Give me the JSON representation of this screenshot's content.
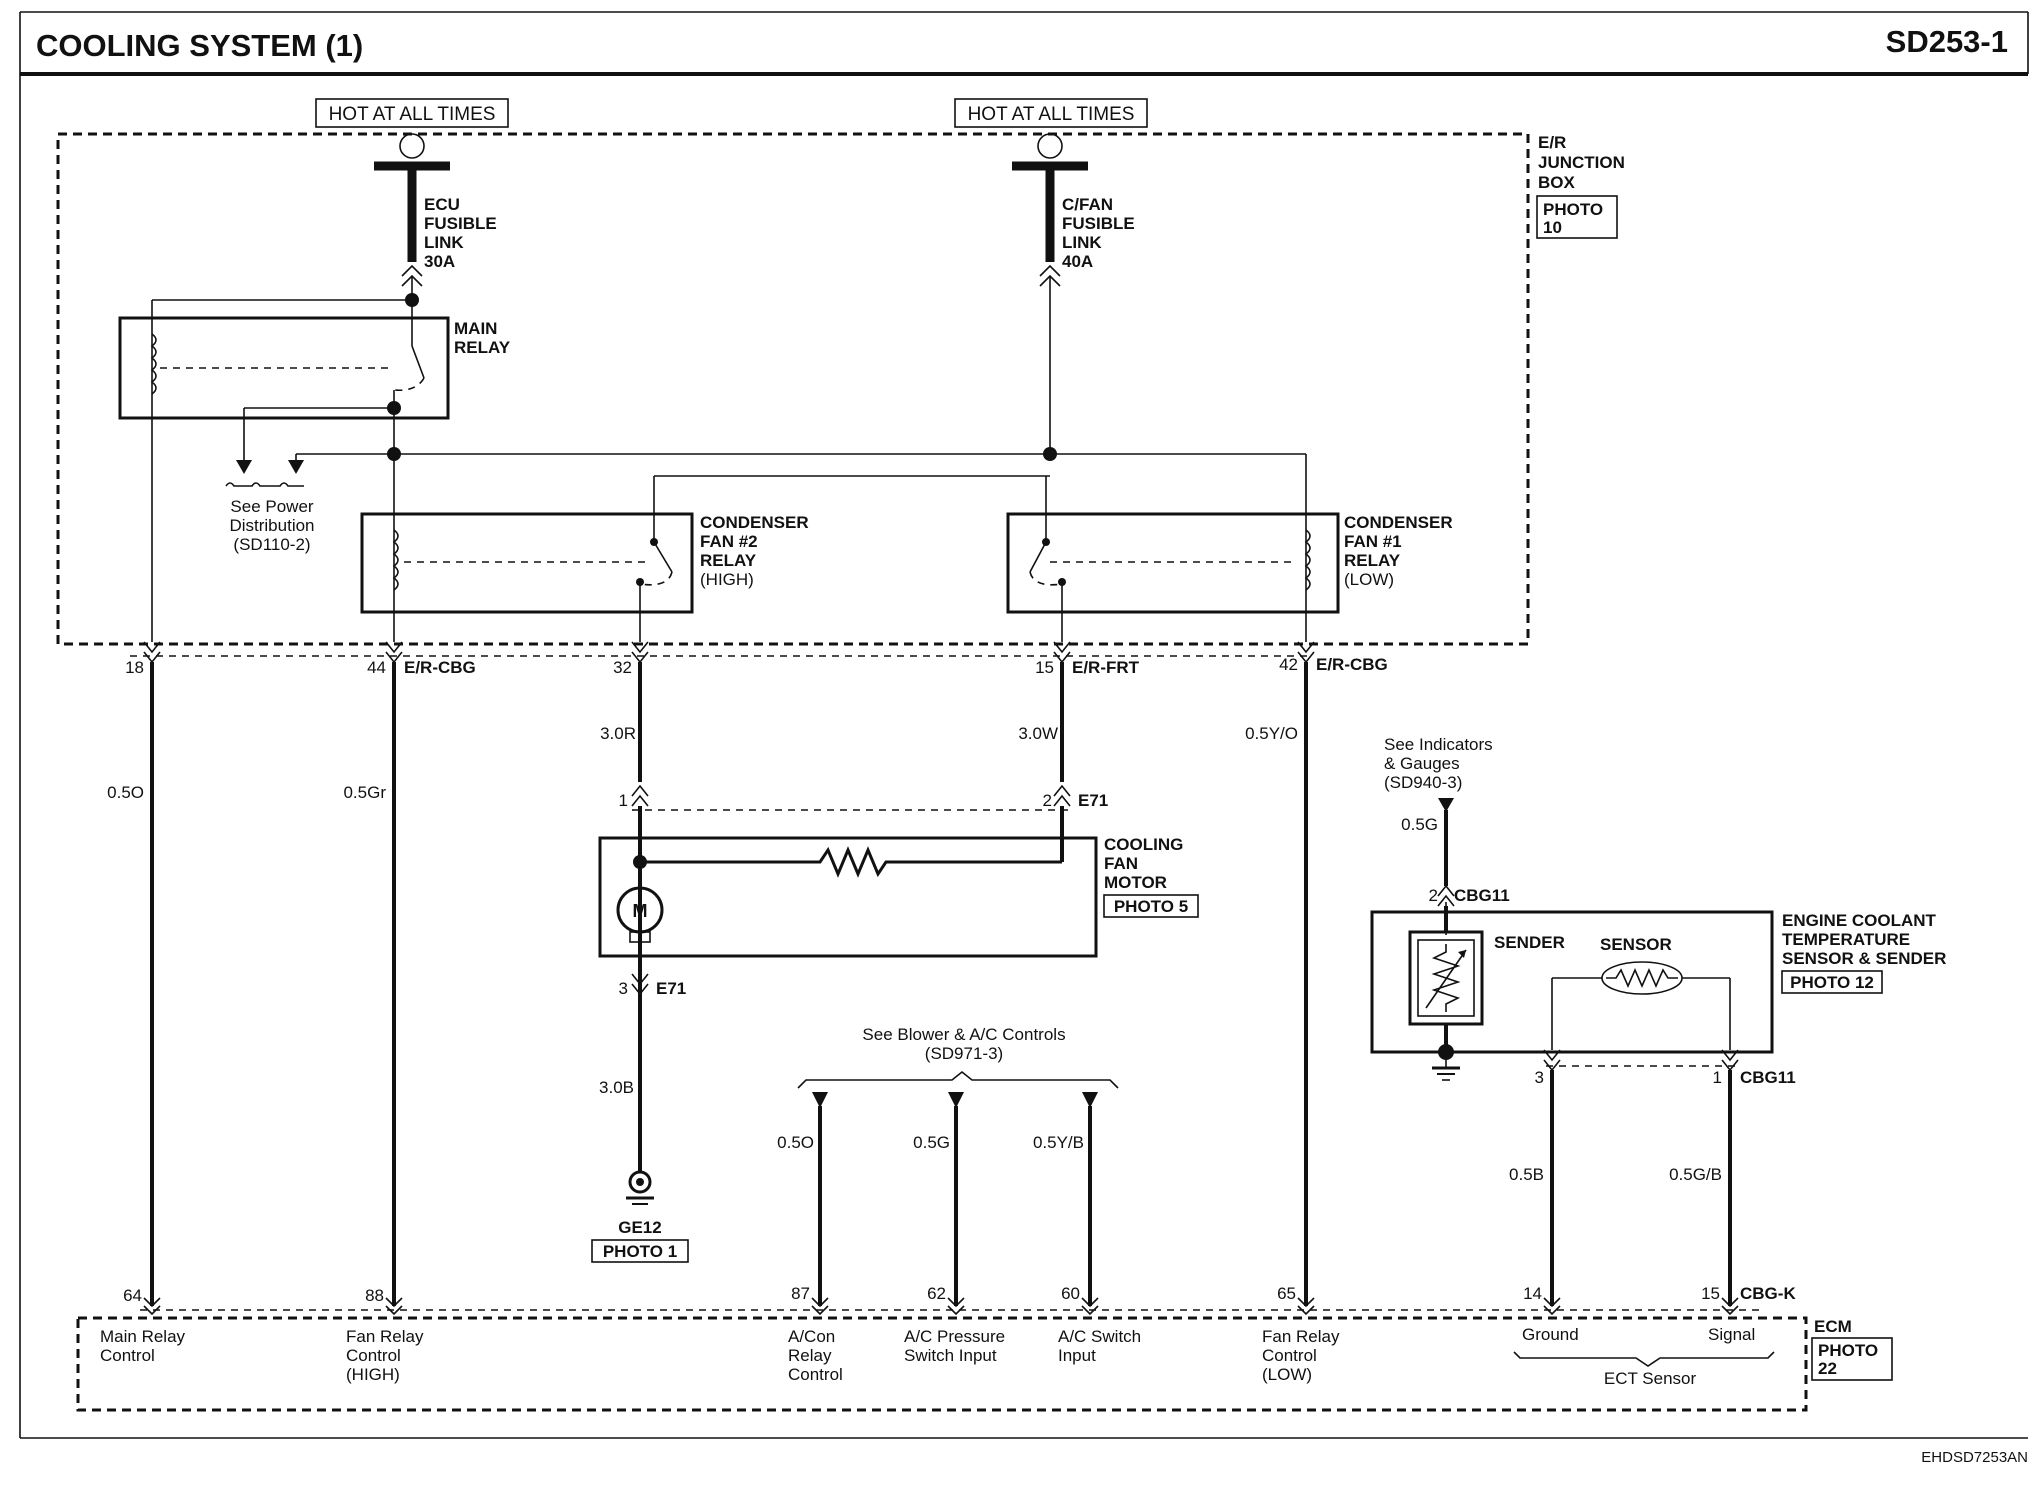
{
  "header": {
    "title": "COOLING SYSTEM (1)",
    "code": "SD253-1"
  },
  "footer": {
    "drawing_id": "EHDSD7253AN"
  },
  "power": {
    "hot_label_left": "HOT AT ALL TIMES",
    "hot_label_right": "HOT AT ALL TIMES"
  },
  "junction_box": {
    "line1": "E/R",
    "line2": "JUNCTION",
    "line3": "BOX",
    "photo_line1": "PHOTO",
    "photo_line2": "10"
  },
  "fuses": {
    "ecu": {
      "l1": "ECU",
      "l2": "FUSIBLE",
      "l3": "LINK",
      "l4": "30A"
    },
    "cfan": {
      "l1": "C/FAN",
      "l2": "FUSIBLE",
      "l3": "LINK",
      "l4": "40A"
    }
  },
  "main_relay": {
    "l1": "MAIN",
    "l2": "RELAY"
  },
  "power_dist": {
    "l1": "See Power",
    "l2": "Distribution",
    "l3": "(SD110-2)"
  },
  "relay_fan2": {
    "l1": "CONDENSER",
    "l2": "FAN #2",
    "l3": "RELAY",
    "l4": "(HIGH)"
  },
  "relay_fan1": {
    "l1": "CONDENSER",
    "l2": "FAN #1",
    "l3": "RELAY",
    "l4": "(LOW)"
  },
  "connectors": {
    "p18": "18",
    "p44": "44",
    "p32": "32",
    "p15": "15",
    "p42": "42",
    "er_cbg_a": "E/R-CBG",
    "er_frt": "E/R-FRT",
    "er_cbg_b": "E/R-CBG",
    "p1": "1",
    "p2": "2",
    "e71_a": "E71",
    "p3": "3",
    "e71_b": "E71",
    "cbg11_top_pin": "2",
    "cbg11_top": "CBG11",
    "cbg11_p3": "3",
    "cbg11_p1": "1",
    "cbg11_bot": "CBG11",
    "ecm_64": "64",
    "ecm_88": "88",
    "ecm_87": "87",
    "ecm_62": "62",
    "ecm_60": "60",
    "ecm_65": "65",
    "ecm_14": "14",
    "ecm_15": "15",
    "cbg_k": "CBG-K"
  },
  "wires": {
    "w18": "0.5O",
    "w44": "0.5Gr",
    "w32": "3.0R",
    "w15": "3.0W",
    "w42": "0.5Y/O",
    "w3": "3.0B",
    "w87": "0.5O",
    "w62": "0.5G",
    "w60": "0.5Y/B",
    "wsender": "0.5G",
    "wgnd": "0.5B",
    "wsig": "0.5G/B"
  },
  "fan_motor": {
    "l1": "COOLING",
    "l2": "FAN",
    "l3": "MOTOR",
    "photo": "PHOTO 5",
    "symbol": "M"
  },
  "ground": {
    "name": "GE12",
    "photo": "PHOTO 1"
  },
  "blower_ref": {
    "l1": "See Blower & A/C Controls",
    "l2": "(SD971-3)"
  },
  "gauge_ref": {
    "l1": "See Indicators",
    "l2": "& Gauges",
    "l3": "(SD940-3)"
  },
  "ect": {
    "l1": "ENGINE COOLANT",
    "l2": "TEMPERATURE",
    "l3": "SENSOR & SENDER",
    "photo": "PHOTO 12",
    "sender": "SENDER",
    "sensor": "SENSOR"
  },
  "ecm": {
    "name": "ECM",
    "photo_line1": "PHOTO",
    "photo_line2": "22",
    "main_relay_ctrl": {
      "l1": "Main Relay",
      "l2": "Control"
    },
    "fan_relay_high": {
      "l1": "Fan Relay",
      "l2": "Control",
      "l3": "(HIGH)"
    },
    "acon_relay": {
      "l1": "A/Con",
      "l2": "Relay",
      "l3": "Control"
    },
    "ac_pressure": {
      "l1": "A/C Pressure",
      "l2": "Switch Input"
    },
    "ac_switch": {
      "l1": "A/C Switch",
      "l2": "Input"
    },
    "fan_relay_low": {
      "l1": "Fan Relay",
      "l2": "Control",
      "l3": "(LOW)"
    },
    "ground": "Ground",
    "signal": "Signal",
    "ect_sensor": "ECT Sensor"
  }
}
